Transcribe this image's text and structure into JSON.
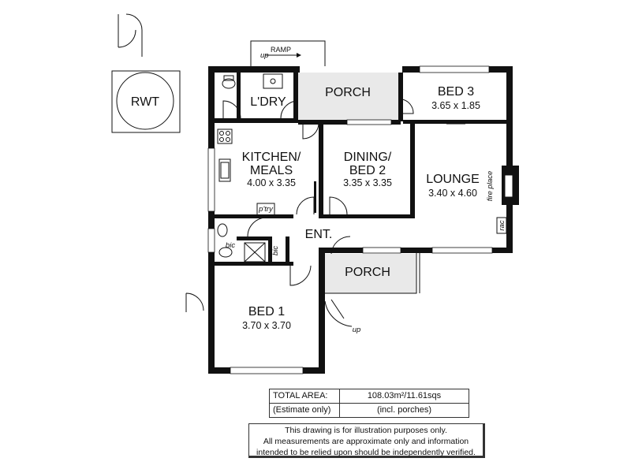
{
  "rooms": {
    "rwt": "RWT",
    "ramp": "RAMP",
    "ramp_up": "up",
    "laundry": "L'DRY",
    "porch_top": "PORCH",
    "bed3": "BED 3",
    "bed3_size": "3.65 x 1.85",
    "kitchen_line1": "KITCHEN/",
    "kitchen_line2": "MEALS",
    "kitchen_size": "4.00 x 3.35",
    "pantry": "p'try",
    "dining_line1": "DINING/",
    "dining_line2": "BED 2",
    "dining_size": "3.35 x 3.35",
    "lounge": "LOUNGE",
    "lounge_size": "3.40 x 4.60",
    "fireplace": "fire place",
    "rac": "rac",
    "entry": "ENT.",
    "bic_left": "bic",
    "bic_right": "bic",
    "porch_bottom": "PORCH",
    "porch_up": "up",
    "bed1": "BED 1",
    "bed1_size": "3.70 x 3.70"
  },
  "area_table": {
    "label": "TOTAL AREA:",
    "value": "108.03m²/11.61sqs",
    "label2": "(Estimate only)",
    "value2": "(incl. porches)"
  },
  "disclaimer": {
    "line1": "This drawing is for illustration purposes only.",
    "line2": "All measurements are approximate only and information",
    "line3": "intended to be relied upon should be independently verified."
  }
}
